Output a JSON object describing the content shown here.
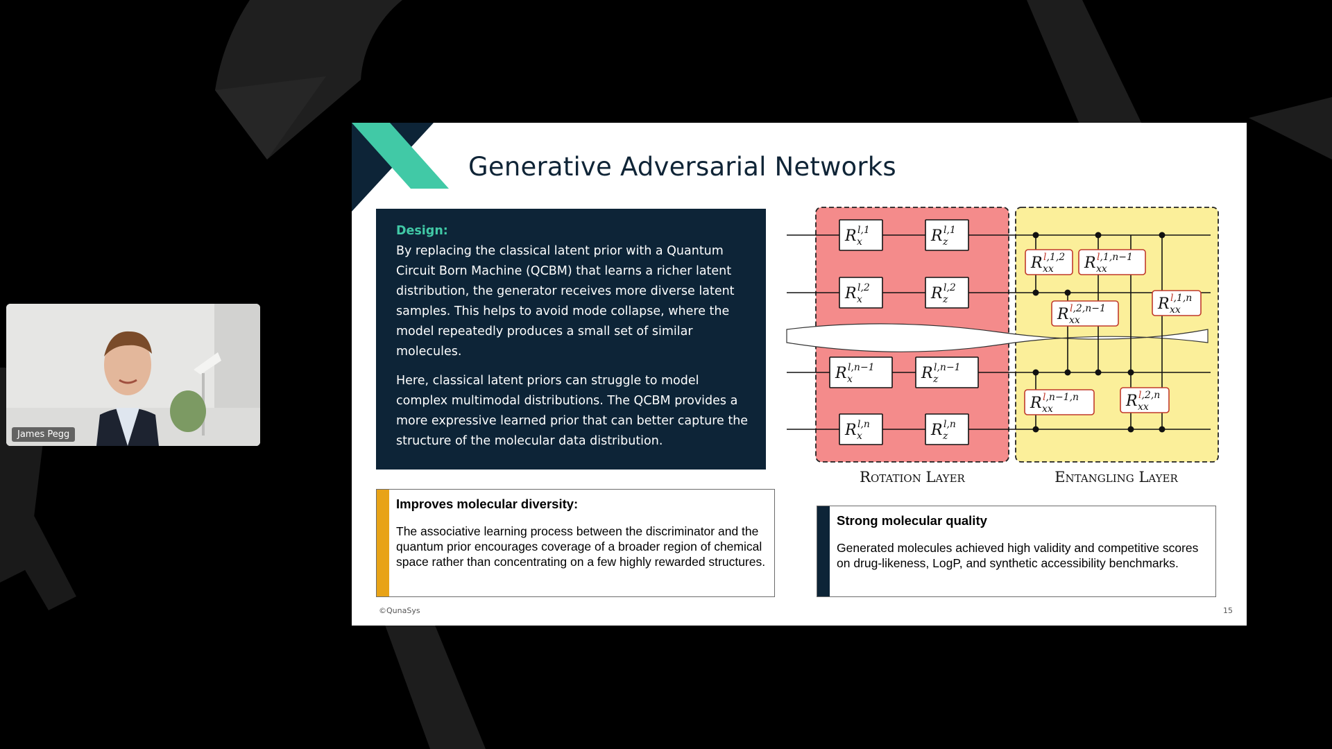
{
  "presenter": {
    "name": "James Pegg"
  },
  "slide": {
    "title": "Generative Adversarial Networks",
    "design": {
      "heading": "Design:",
      "paragraph1": "By replacing the classical latent prior with a Quantum Circuit Born Machine (QCBM) that learns a richer latent distribution, the generator receives more diverse latent samples. This helps to avoid mode collapse, where the model repeatedly produces a small set of similar molecules.",
      "paragraph2": "Here, classical latent priors can struggle to model complex multimodal distributions. The QCBM provides a more expressive learned prior that can better capture the structure of the molecular data distribution."
    },
    "callout_left": {
      "title": "Improves molecular diversity:",
      "text": "The associative learning process between the discriminator and the quantum prior encourages coverage of a broader region of chemical space rather than concentrating on a few highly rewarded structures.",
      "accent": "#e8a317"
    },
    "callout_right": {
      "title": "Strong molecular quality",
      "text": "Generated molecules achieved high validity and competitive scores on drug-likeness, LogP, and synthetic accessibility benchmarks.",
      "accent": "#0d2437"
    },
    "diagram": {
      "rotation_label": "Rotation Layer",
      "entangling_label": "Entangling Layer",
      "rotation_color": "#f48b8b",
      "entangling_color": "#fbef9a",
      "gate_sym": "R",
      "rotation_gates": [
        {
          "sub": "x",
          "sup": "l,1"
        },
        {
          "sub": "z",
          "sup": "l,1"
        },
        {
          "sub": "x",
          "sup": "l,2"
        },
        {
          "sub": "z",
          "sup": "l,2"
        },
        {
          "sub": "x",
          "sup": "l,n−1"
        },
        {
          "sub": "z",
          "sup": "l,n−1"
        },
        {
          "sub": "x",
          "sup": "l,n"
        },
        {
          "sub": "z",
          "sup": "l,n"
        }
      ],
      "entangling_gates": [
        {
          "sub": "xx",
          "sup_l": "l",
          "sup_rest": ",1,2"
        },
        {
          "sub": "xx",
          "sup_l": "l",
          "sup_rest": ",1,n−1"
        },
        {
          "sub": "xx",
          "sup_l": "l",
          "sup_rest": ",2,n−1"
        },
        {
          "sub": "xx",
          "sup_l": "l",
          "sup_rest": ",1,n"
        },
        {
          "sub": "xx",
          "sup_l": "l",
          "sup_rest": ",n−1,n"
        },
        {
          "sub": "xx",
          "sup_l": "l",
          "sup_rest": ",2,n"
        }
      ]
    },
    "footer": {
      "copyright": "©QunaSys",
      "page_number": "15"
    },
    "colors": {
      "title": "#0f2436",
      "teal": "#41c9a6",
      "navy": "#0d2437"
    }
  }
}
